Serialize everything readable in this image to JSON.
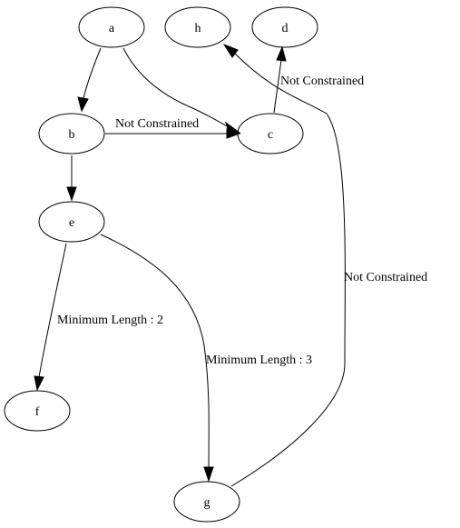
{
  "nodes": {
    "a": "a",
    "b": "b",
    "c": "c",
    "d": "d",
    "e": "e",
    "f": "f",
    "g": "g",
    "h": "h"
  },
  "edges": {
    "a_b": "",
    "a_c": "",
    "b_c": "Not Constrained",
    "b_e": "",
    "c_d": "Not Constrained",
    "e_f": "Minimum Length : 2",
    "e_g": "Minimum Length : 3",
    "g_h": "Not Constrained"
  }
}
